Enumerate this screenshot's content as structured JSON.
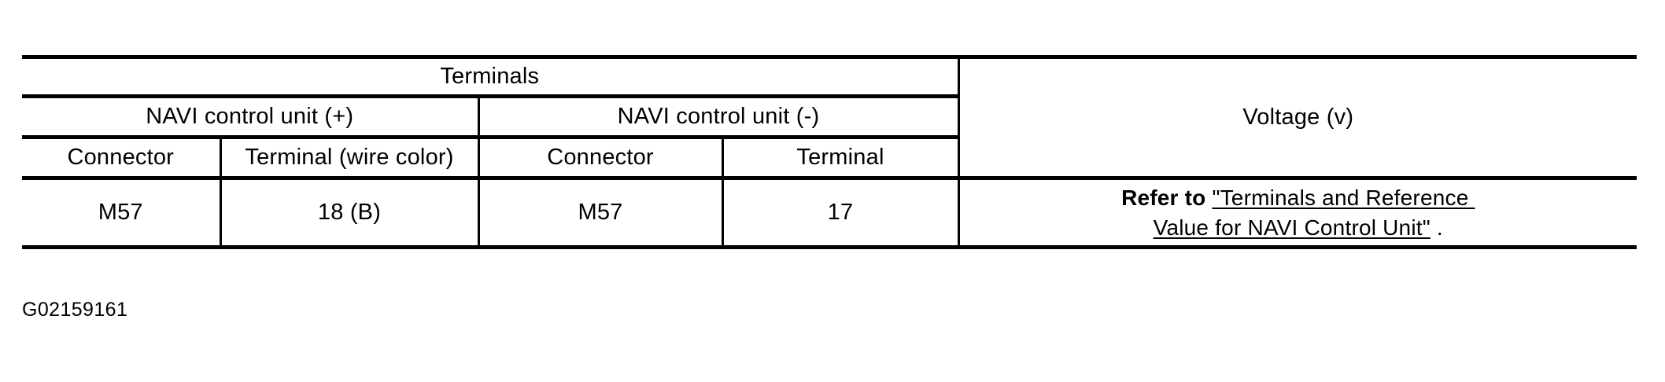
{
  "table": {
    "group_headers": {
      "terminals": "Terminals",
      "voltage": "Voltage (v)"
    },
    "polarity_headers": {
      "positive": "NAVI control unit (+)",
      "negative": "NAVI control unit (-)"
    },
    "column_headers": {
      "pos_connector": "Connector",
      "pos_terminal": "Terminal (wire color)",
      "neg_connector": "Connector",
      "neg_terminal": "Terminal"
    },
    "rows": [
      {
        "pos_connector": "M57",
        "pos_terminal": "18 (B)",
        "neg_connector": "M57",
        "neg_terminal": "17",
        "voltage_lead": "Refer to",
        "voltage_link_line1": "\"Terminals and Reference",
        "voltage_link_line2": "Value for NAVI Control Unit\"",
        "voltage_period": "."
      }
    ]
  },
  "caption": "G02159161",
  "colors": {
    "rule": "#000000",
    "text": "#000000",
    "background": "#ffffff"
  }
}
